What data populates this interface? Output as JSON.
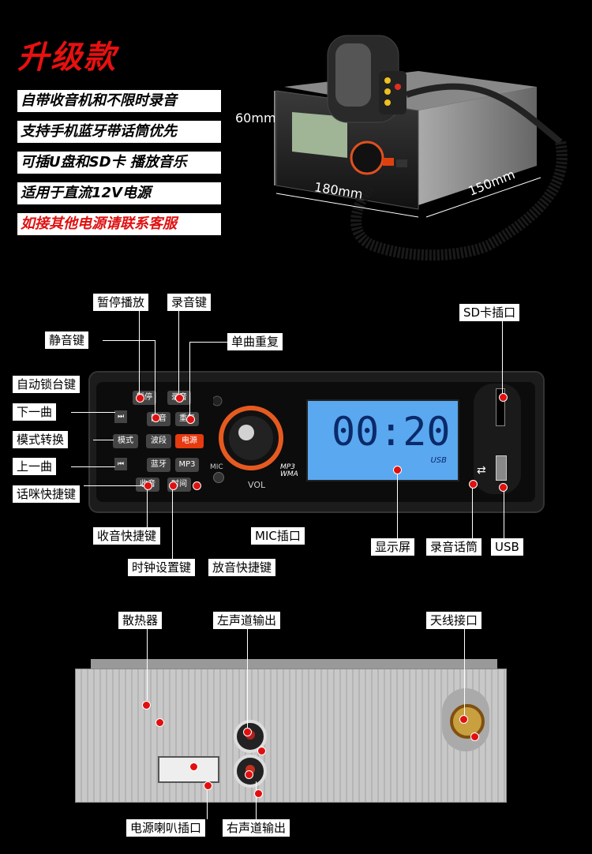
{
  "header": {
    "title": "升级款",
    "features": [
      "自带收音机和不限时录音",
      "支持手机蓝牙带话筒优先",
      "可插U盘和SD卡 播放音乐",
      "适用于直流12V电源",
      "如接其他电源请联系客服"
    ],
    "dimensions": {
      "height": "60mm",
      "width": "180mm",
      "depth": "150mm"
    }
  },
  "front_panel": {
    "labels": {
      "pause_play": "暂停播放",
      "record_key": "录音键",
      "mute_key": "静音键",
      "single_repeat": "单曲重复",
      "auto_lock": "自动锁台键",
      "next_track": "下一曲",
      "mode_switch": "模式转换",
      "prev_track": "上一曲",
      "mic_shortcut": "话咪快捷键",
      "radio_shortcut": "收音快捷键",
      "clock_set": "时钟设置键",
      "play_shortcut": "放音快捷键",
      "mic_jack": "MIC插口",
      "display": "显示屏",
      "rec_mic": "录音话筒",
      "usb": "USB",
      "sd_slot": "SD卡插口"
    },
    "buttons": {
      "pause": "暂停",
      "record": "录音",
      "mute": "静音",
      "repeat": "重复",
      "mode": "模式",
      "band": "波段",
      "power": "电源",
      "bluetooth": "蓝牙",
      "mp3": "MP3",
      "radio": "收音",
      "time": "时间"
    },
    "screen_time": "00:20",
    "screen_usb": "USB",
    "vol_label": "VOL",
    "mic_text": "MIC",
    "mp3_wma": "MP3 WMA"
  },
  "rear_panel": {
    "labels": {
      "heatsink": "散热器",
      "left_out": "左声道输出",
      "antenna": "天线接口",
      "power_speaker": "电源喇叭插口",
      "right_out": "右声道输出"
    }
  }
}
